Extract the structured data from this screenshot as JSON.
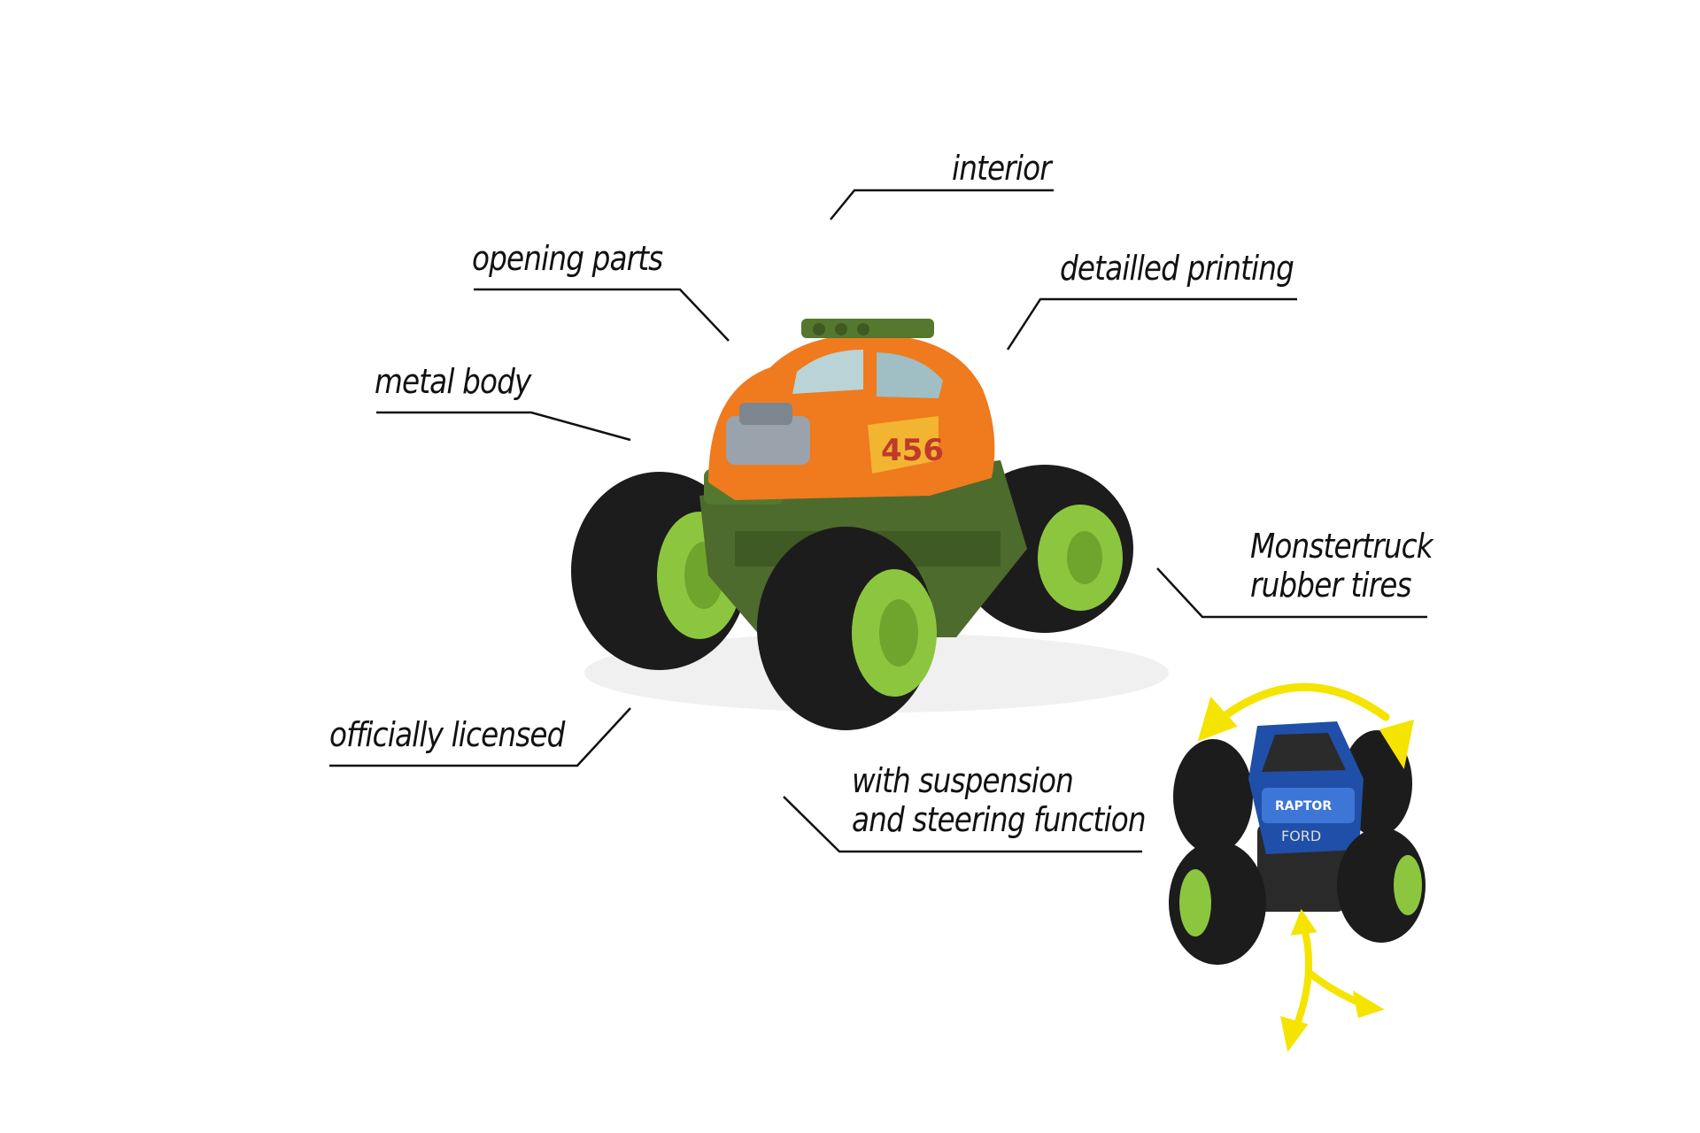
{
  "colors": {
    "background": "#ffffff",
    "text": "#111111",
    "leader_line": "#111111",
    "tire": "#1c1c1c",
    "rim": "#8cc63f",
    "chassis": "#4d6b2c",
    "body": "#f07a1e",
    "arrow": "#f4e400",
    "small_truck_body": "#1f4fa8"
  },
  "features": {
    "interior": "interior",
    "opening_parts": "opening parts",
    "detailed_printing": "detailled printing",
    "metal_body": "metal body",
    "tires_line1": "Monstertruck",
    "tires_line2": "rubber tires",
    "licensed": "officially licensed",
    "suspension_line1": "with suspension",
    "suspension_line2": "and steering function"
  },
  "main_toy": {
    "icon": "monster-truck-orange-beetle",
    "number": "456"
  },
  "detail_toy": {
    "icon": "monster-truck-blue",
    "logo": "FORD",
    "badge": "RAPTOR"
  }
}
